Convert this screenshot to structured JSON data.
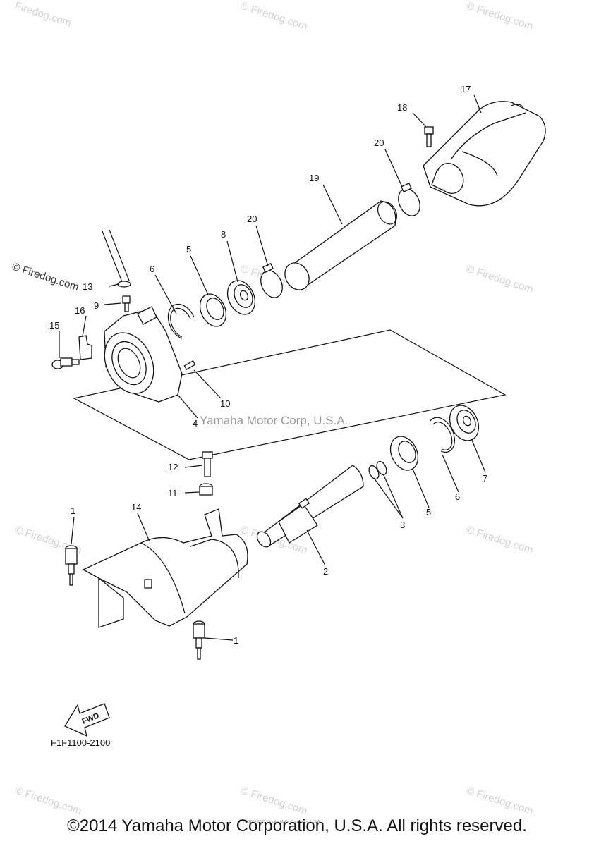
{
  "diagram": {
    "part_labels": [
      "1",
      "1",
      "2",
      "3",
      "4",
      "5",
      "5",
      "6",
      "6",
      "7",
      "8",
      "9",
      "10",
      "11",
      "12",
      "13",
      "14",
      "15",
      "16",
      "17",
      "18",
      "19",
      "20",
      "20"
    ],
    "diagram_code": "F1F1100-2100",
    "fwd_label": "FWD",
    "center_watermark": "Yamaha Motor Corp, U.S.A.",
    "site_watermark": "© Firedog.com",
    "site_watermark_short": "Firedog.com",
    "tiny_copyright": "(c) 2005-2015 Yamaha Motor Corporation, U.S.A.",
    "copyright": "©2014 Yamaha Motor Corporation, U.S.A. All rights reserved."
  }
}
